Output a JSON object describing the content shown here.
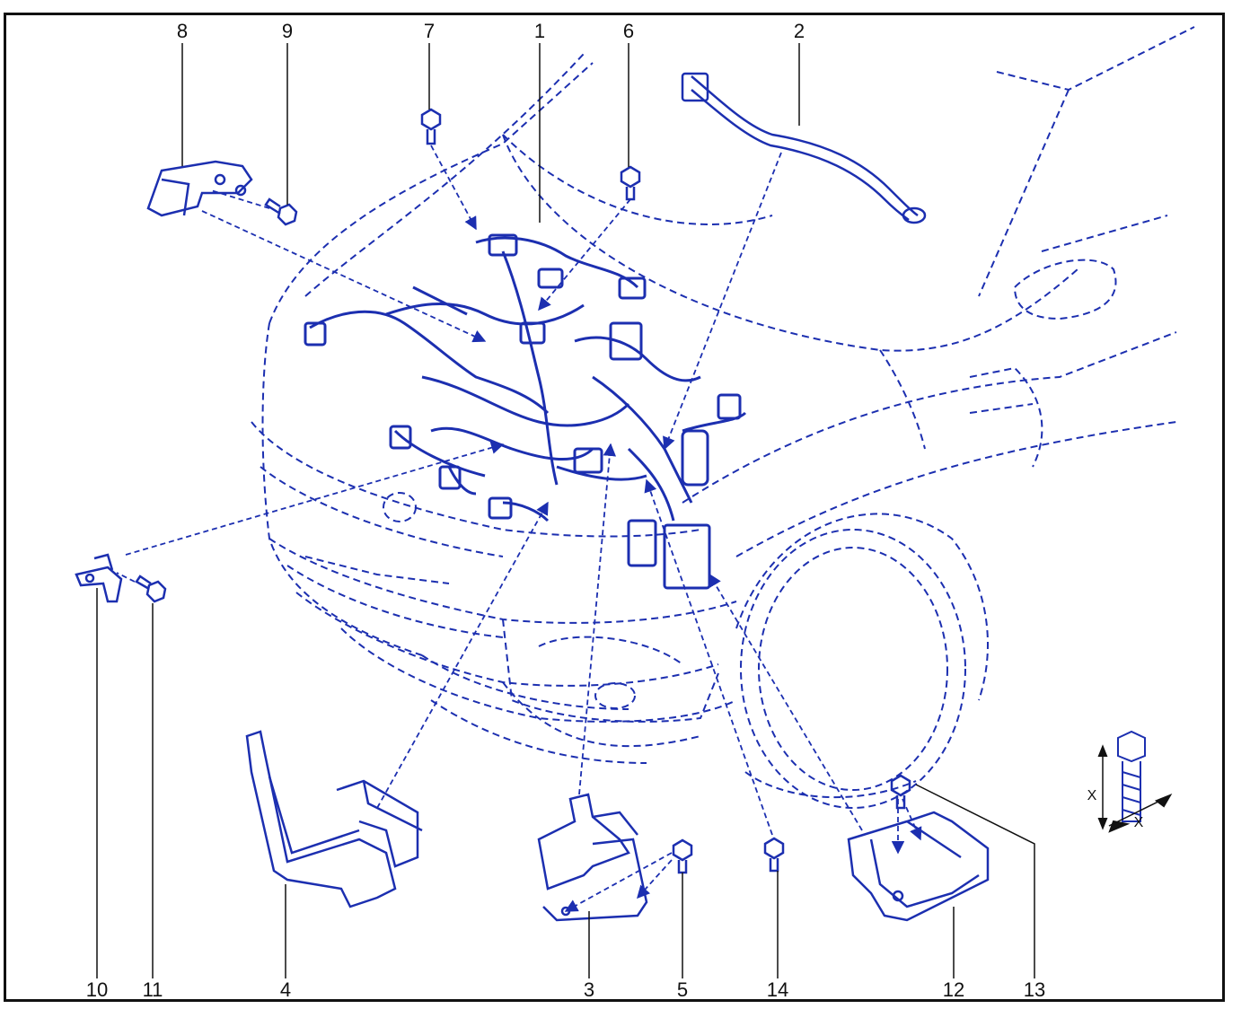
{
  "diagram": {
    "line_color": "#1c2fb0",
    "leader_color": "#111111",
    "callouts": {
      "c1": "1",
      "c2": "2",
      "c3": "3",
      "c4": "4",
      "c5": "5",
      "c6": "6",
      "c7": "7",
      "c8": "8",
      "c9": "9",
      "c10": "10",
      "c11": "11",
      "c12": "12",
      "c13": "13",
      "c14": "14"
    },
    "bolt_detail": {
      "dim_label_1": "X",
      "dim_label_2": "X"
    }
  }
}
